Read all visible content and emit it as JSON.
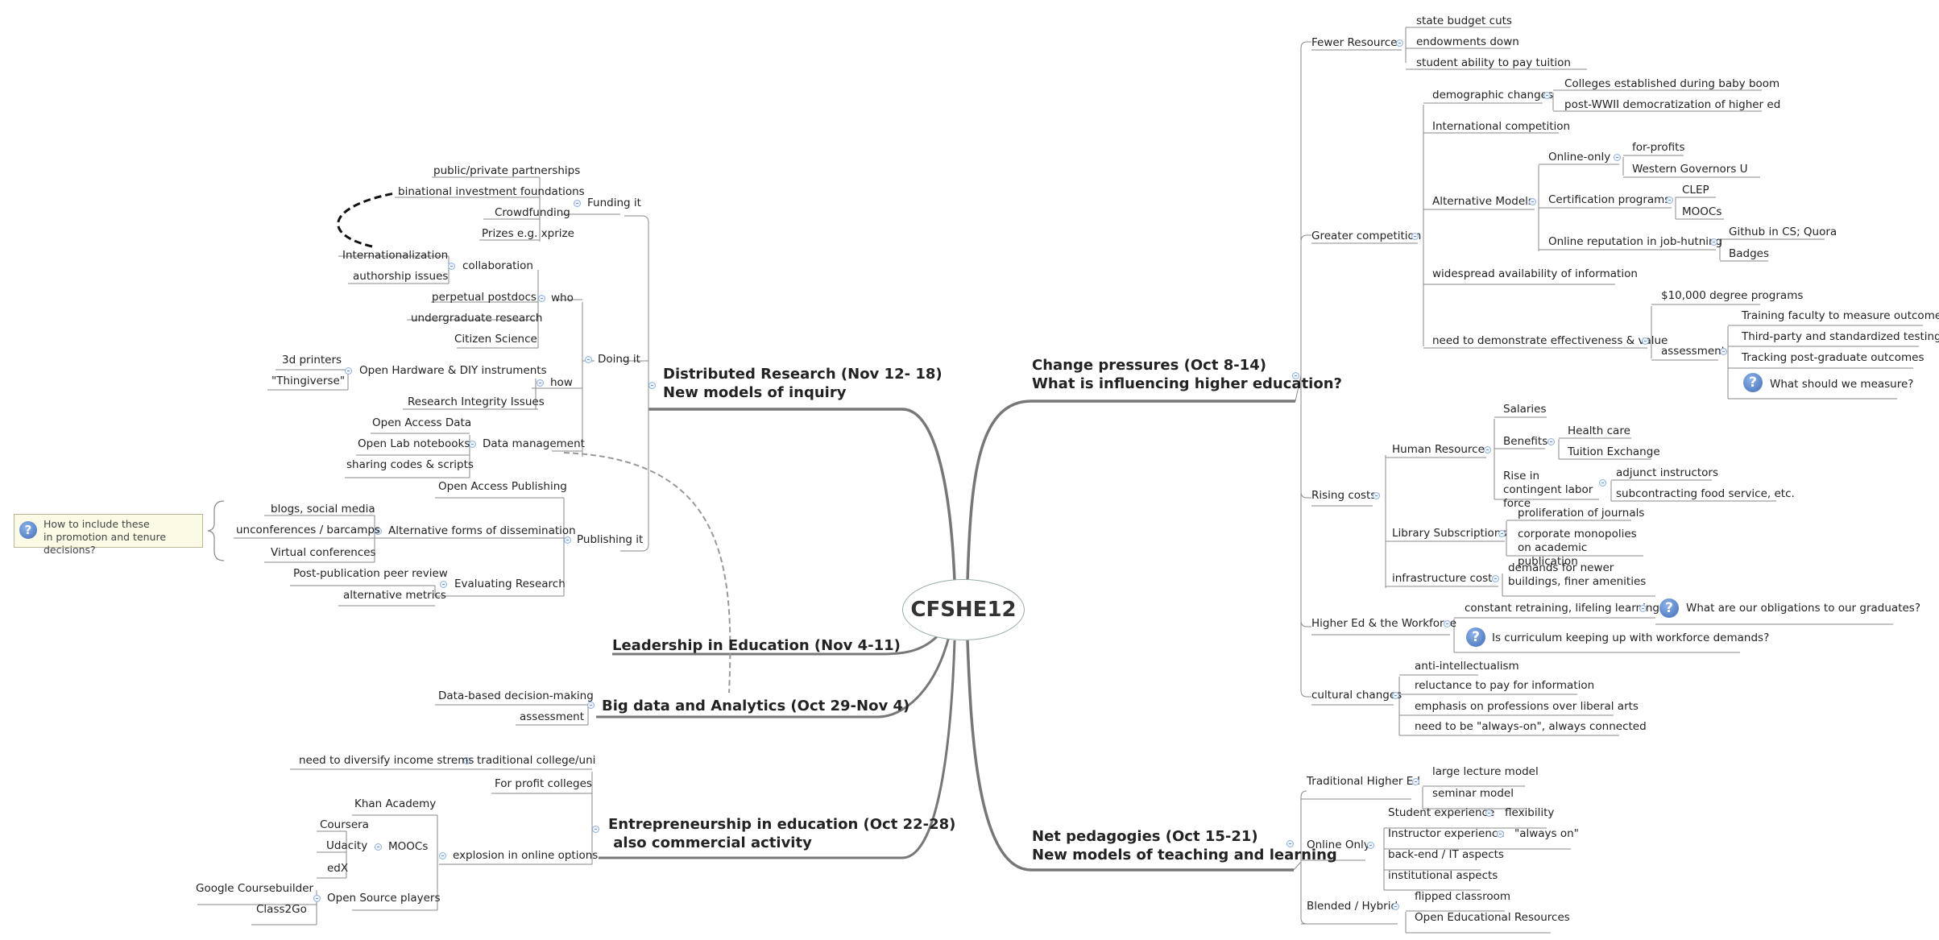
{
  "central": "CFSHE12",
  "callout": "How to include these\nin promotion and tenure decisions?",
  "main": {
    "change": [
      "Change pressures (Oct 8-14)",
      "What is influencing higher education?"
    ],
    "pedagogies": [
      "Net pedagogies (Oct 15-21)",
      "New models of teaching and learning"
    ],
    "research": [
      "Distributed Research (Nov 12- 18)",
      "New models of inquiry"
    ],
    "leadership": "Leadership in Education (Nov 4-11)",
    "bigdata": "Big data and Analytics (Oct 29-Nov 4)",
    "entre": [
      "Entrepreneurship in education (Oct 22-28)",
      " also commercial activity"
    ]
  },
  "change": {
    "fewer": "Fewer Resources",
    "fewer_items": [
      "state budget cuts",
      "endowments down",
      "student ability to pay tuition"
    ],
    "greater": "Greater competition",
    "demographic": "demographic changes",
    "demographic_items": [
      "Colleges established during baby boom",
      "post-WWII democratization of higher ed"
    ],
    "international": "International competition",
    "alternative": "Alternative Models",
    "online_only": "Online-only",
    "online_only_items": [
      "for-profits",
      "Western Governors U"
    ],
    "certification": "Certification programs",
    "certification_items": [
      "CLEP",
      "MOOCs"
    ],
    "reputation": "Online reputation in job-hutning",
    "reputation_items": [
      "Github in CS; Quora",
      "Badges"
    ],
    "widespread": "widespread availability of information",
    "demonstrate": "need to demonstrate effectiveness & value",
    "degree": "$10,000 degree programs",
    "assessment": "assessment",
    "assessment_items": [
      "Training faculty to measure outcomes",
      "Third-party and standardized testing",
      "Tracking post-graduate outcomes",
      "What should we measure?"
    ],
    "rising": "Rising costs",
    "human": "Human Resources",
    "salaries": "Salaries",
    "benefits": "Benefits",
    "benefits_items": [
      "Health care",
      "Tuition Exchange"
    ],
    "contingent": "Rise in contingent labor force",
    "contingent_items": [
      "adjunct instructors",
      "subcontracting food service, etc."
    ],
    "library": "Library Subscriptions",
    "library_items": [
      "proliferation of journals",
      "corporate monopolies on academic publication"
    ],
    "infra": "infrastructure costs",
    "infra_item": "demands for newer buildings, finer amenities",
    "workforce": "Higher Ed & the Workforce",
    "retraining": "constant retraining, lifeling learning",
    "obligations": "What are our obligations to our graduates?",
    "curriculum": "Is curriculum keeping up with workforce demands?",
    "cultural": "cultural changes",
    "cultural_items": [
      "anti-intellectualism",
      "reluctance to pay for information",
      "emphasis on professions over liberal arts",
      "need to be \"always-on\", always connected"
    ]
  },
  "pedagogies": {
    "traditional": "Traditional Higher Ed",
    "traditional_items": [
      "large lecture model",
      "seminar model"
    ],
    "online": "Online Only",
    "student_exp": "Student experience",
    "flexibility": "flexibility",
    "instructor_exp": "Instructor experience",
    "always_on": "\"always on\"",
    "online_items": [
      "back-end / IT aspects",
      "institutional aspects"
    ],
    "blended": "Blended / Hybrid",
    "blended_items": [
      "flipped classroom",
      "Open Educational Resources"
    ]
  },
  "research": {
    "funding": "Funding it",
    "funding_items": [
      "public/private partnerships",
      "binational investment foundations",
      "Crowdfunding",
      "Prizes e.g. xprize"
    ],
    "doing": "Doing it",
    "who": "who",
    "collaboration": "collaboration",
    "collaboration_items": [
      "Internationalization",
      "authorship issues"
    ],
    "who_items": [
      "perpetual postdocs",
      "undergraduate research",
      "Citizen Science"
    ],
    "how": "how",
    "hardware": "Open Hardware & DIY instruments",
    "hardware_items": [
      "3d printers",
      "\"Thingiverse\""
    ],
    "integrity": "Research Integrity Issues",
    "datamgmt": "Data management",
    "datamgmt_items": [
      "Open Access Data",
      "Open Lab notebooks",
      "sharing codes & scripts"
    ],
    "publishing": "Publishing it",
    "openaccess": "Open Access Publishing",
    "altforms": "Alternative forms of dissemination",
    "altforms_items": [
      "blogs, social media",
      "unconferences / barcamps",
      "Virtual conferences"
    ],
    "evaluating": "Evaluating Research",
    "evaluating_items": [
      "Post-publication peer review",
      "alternative metrics"
    ]
  },
  "bigdata": {
    "items": [
      "Data-based decision-making",
      "assessment"
    ]
  },
  "entre": {
    "traditional": "traditional college/uni",
    "diversify": "need to diversify income strems",
    "forprofit": "For profit colleges",
    "explosion": "explosion in online options",
    "khan": "Khan Academy",
    "moocs": "MOOCs",
    "mooc_items": [
      "Coursera",
      "Udacity",
      "edX"
    ],
    "opensource": "Open Source players",
    "opensource_items": [
      "Google Coursebuilder",
      "Class2Go"
    ]
  }
}
